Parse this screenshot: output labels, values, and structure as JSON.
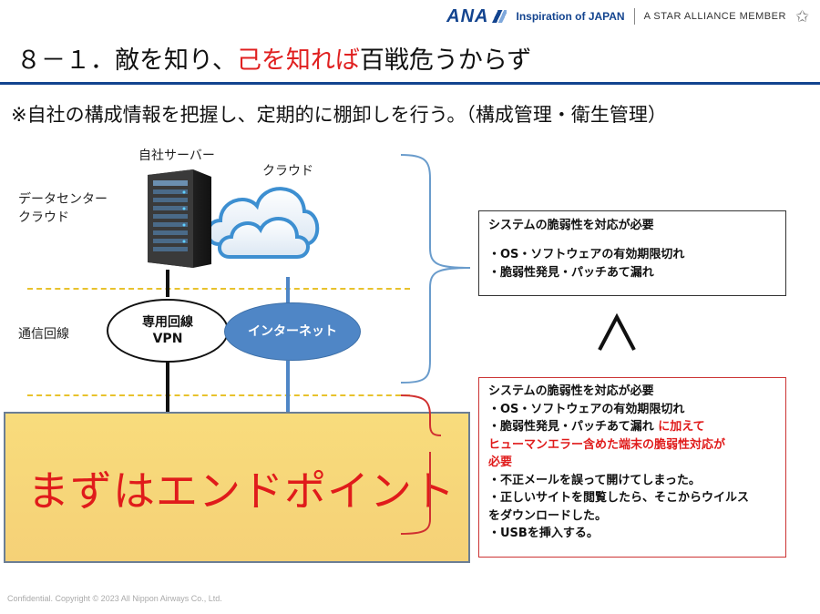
{
  "header": {
    "brand": "ANA",
    "tagline": "Inspiration of JAPAN",
    "alliance": "A STAR ALLIANCE MEMBER",
    "alliance_icon": "star-alliance-icon"
  },
  "title": {
    "prefix": "８－１．敵を知り、",
    "highlight": "己を知れば",
    "suffix": "百戦危うからず",
    "highlight_color": "#e02020",
    "rule_color": "#13448f"
  },
  "subtitle": "※自社の構成情報を把握し、定期的に棚卸しを行う。（構成管理・衛生管理）",
  "diagram": {
    "server_label": "自社サーバー",
    "cloud_label": "クラウド",
    "dc_label_line1": "データセンター",
    "dc_label_line2": "クラウド",
    "network_label": "通信回線",
    "vpn_line1": "専用回線",
    "vpn_line2": "VPN",
    "internet": "インターネット",
    "endpoint": "まずはエンドポイント",
    "comparison_symbol": "∧",
    "colors": {
      "internet_oval": "#4f86c6",
      "dash": "#e8c22c",
      "endpoint_fill": "#f7d97a",
      "endpoint_text": "#e01b1b",
      "bracket_blue": "#6a9ccc",
      "bracket_red": "#d03030"
    }
  },
  "box_top": {
    "heading": "システムの脆弱性を対応が必要",
    "item1": "・OS・ソフトウェアの有効期限切れ",
    "item2": "・脆弱性発見・パッチあて漏れ"
  },
  "box_bottom": {
    "heading": "システムの脆弱性を対応が必要",
    "item1": "・OS・ソフトウェアの有効期限切れ",
    "item2": "・脆弱性発見・パッチあて漏れ",
    "item2_addon": "に加えて",
    "red_line1": "ヒューマンエラー含めた端末の脆弱性対応が",
    "red_line2": "必要",
    "ex1": "・不正メールを誤って開けてしまった。",
    "ex2a": "・正しいサイトを閲覧したら、そこからウイルス",
    "ex2b": "をダウンロードした。",
    "ex3": "・USBを挿入する。"
  },
  "footer": "Confidential. Copyright © 2023 All Nippon Airways Co., Ltd."
}
